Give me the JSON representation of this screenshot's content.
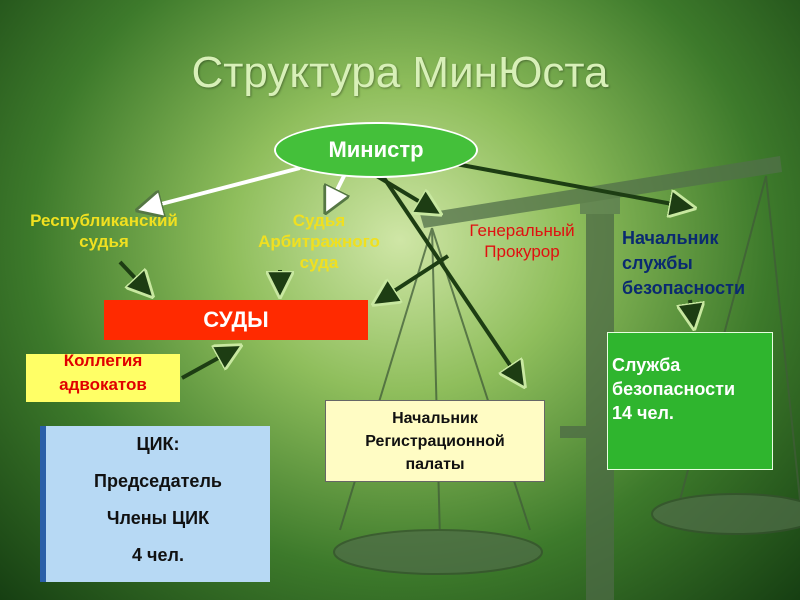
{
  "title": "Структура МинЮста",
  "nodes": {
    "minister": "Министр",
    "rep_judge": [
      "Республиканский",
      "судья"
    ],
    "arb_judge": [
      "Судья",
      "Арбитражного",
      "суда"
    ],
    "prosecutor": [
      "Генеральный",
      "Прокурор"
    ],
    "security_head": [
      "Начальник",
      "службы",
      "безопасности"
    ],
    "courts": "СУДЫ",
    "bar": [
      "Коллегия",
      "адвокатов"
    ],
    "cik": [
      "ЦИК:",
      "Председатель",
      "Члены ЦИК",
      "4 чел."
    ],
    "registration_head": [
      "Начальник",
      "Регистрационной",
      "палаты"
    ],
    "security_service": [
      "Служба",
      "безопасности",
      "14 чел."
    ]
  },
  "colors": {
    "minister_fill": "#44c03a",
    "courts_fill": "#ff2a00",
    "bar_fill": "#ffff66",
    "bar_text": "#e00000",
    "cik_fill": "#b7d9f4",
    "registration_fill": "#fffcc4",
    "security_fill": "#2fb52e",
    "judge_text": "#f0e020",
    "prosecutor_text": "#e01010",
    "security_head_text": "#0a2a70"
  }
}
